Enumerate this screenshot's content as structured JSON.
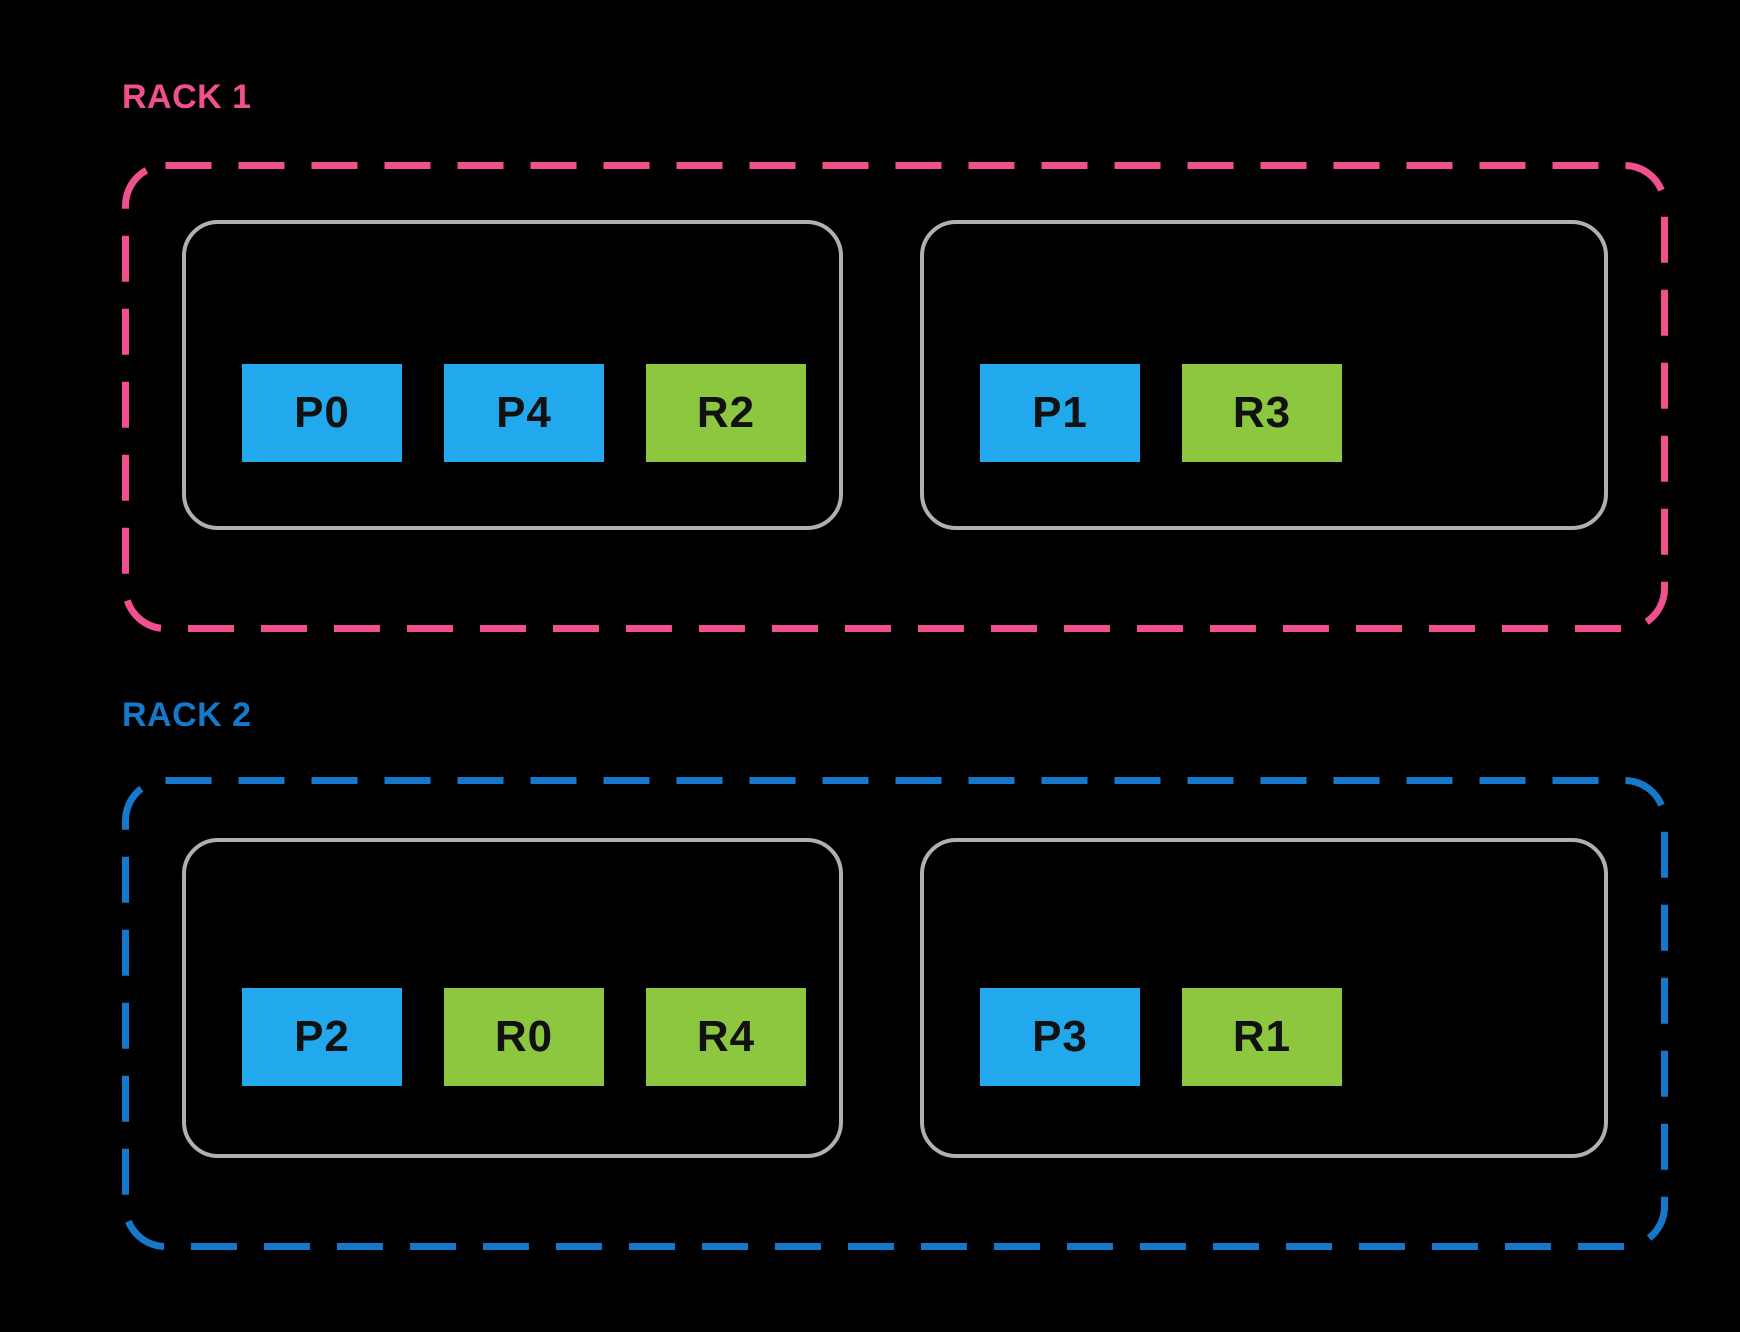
{
  "diagram": {
    "background_color": "#000000",
    "host_border_color": "#B0B0B0",
    "chip_text_color": "#111111",
    "partition_chip_color": "#22A9ED",
    "replica_chip_color": "#8DC63F",
    "racks": [
      {
        "label": "RACK 1",
        "accent_color": "#F1508F",
        "hosts": [
          {
            "chips": [
              {
                "label": "P0",
                "type": "partition",
                "color": "#22A9ED"
              },
              {
                "label": "P4",
                "type": "partition",
                "color": "#22A9ED"
              },
              {
                "label": "R2",
                "type": "replica",
                "color": "#8DC63F"
              }
            ]
          },
          {
            "chips": [
              {
                "label": "P1",
                "type": "partition",
                "color": "#22A9ED"
              },
              {
                "label": "R3",
                "type": "replica",
                "color": "#8DC63F"
              }
            ]
          }
        ]
      },
      {
        "label": "RACK 2",
        "accent_color": "#1578CB",
        "hosts": [
          {
            "chips": [
              {
                "label": "P2",
                "type": "partition",
                "color": "#22A9ED"
              },
              {
                "label": "R0",
                "type": "replica",
                "color": "#8DC63F"
              },
              {
                "label": "R4",
                "type": "replica",
                "color": "#8DC63F"
              }
            ]
          },
          {
            "chips": [
              {
                "label": "P3",
                "type": "partition",
                "color": "#22A9ED"
              },
              {
                "label": "R1",
                "type": "replica",
                "color": "#8DC63F"
              }
            ]
          }
        ]
      }
    ]
  }
}
